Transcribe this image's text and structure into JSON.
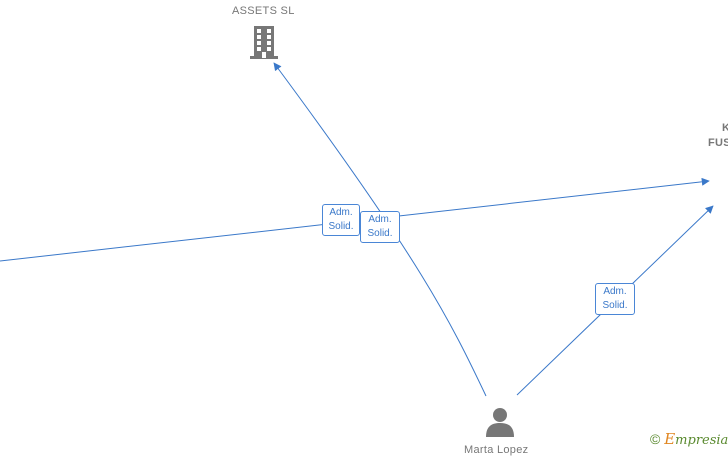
{
  "nodes": {
    "assets": {
      "label": "ASSETS  SL",
      "icon": "building-icon"
    },
    "right_company": {
      "label_line1": "K",
      "label_line2": "FUS",
      "icon": "building-icon"
    },
    "person": {
      "label": "Marta Lopez",
      "icon": "person-icon"
    }
  },
  "edges": [
    {
      "id": "left-to-right",
      "line1": "Adm.",
      "line2": "Solid."
    },
    {
      "id": "person-to-assets",
      "line1": "Adm.",
      "line2": "Solid."
    },
    {
      "id": "person-to-right",
      "line1": "Adm.",
      "line2": "Solid."
    }
  ],
  "watermark": {
    "symbol": "©",
    "brand_initial": "E",
    "brand_rest": "mpresia"
  },
  "colors": {
    "edge": "#3a78c9",
    "icon": "#777777",
    "text": "#777777"
  }
}
